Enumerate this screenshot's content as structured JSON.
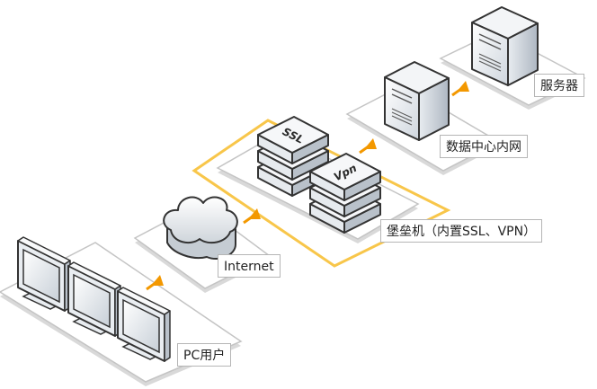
{
  "labels": {
    "server": "服务器",
    "datacenter": "数据中心内网",
    "bastion": "堡垒机（内置SSL、VPN）",
    "internet": "Internet",
    "pc": "PC用户"
  },
  "tags": {
    "ssl": "SSL",
    "vpn": "Vpn"
  },
  "colors": {
    "arrow": "#f39800",
    "highlight": "#f8c64a",
    "platform_top": "#ffffff",
    "platform_side": "#d9d9d9",
    "platform_edge": "#c4c4c4",
    "device_edge": "#3a3a3a"
  }
}
